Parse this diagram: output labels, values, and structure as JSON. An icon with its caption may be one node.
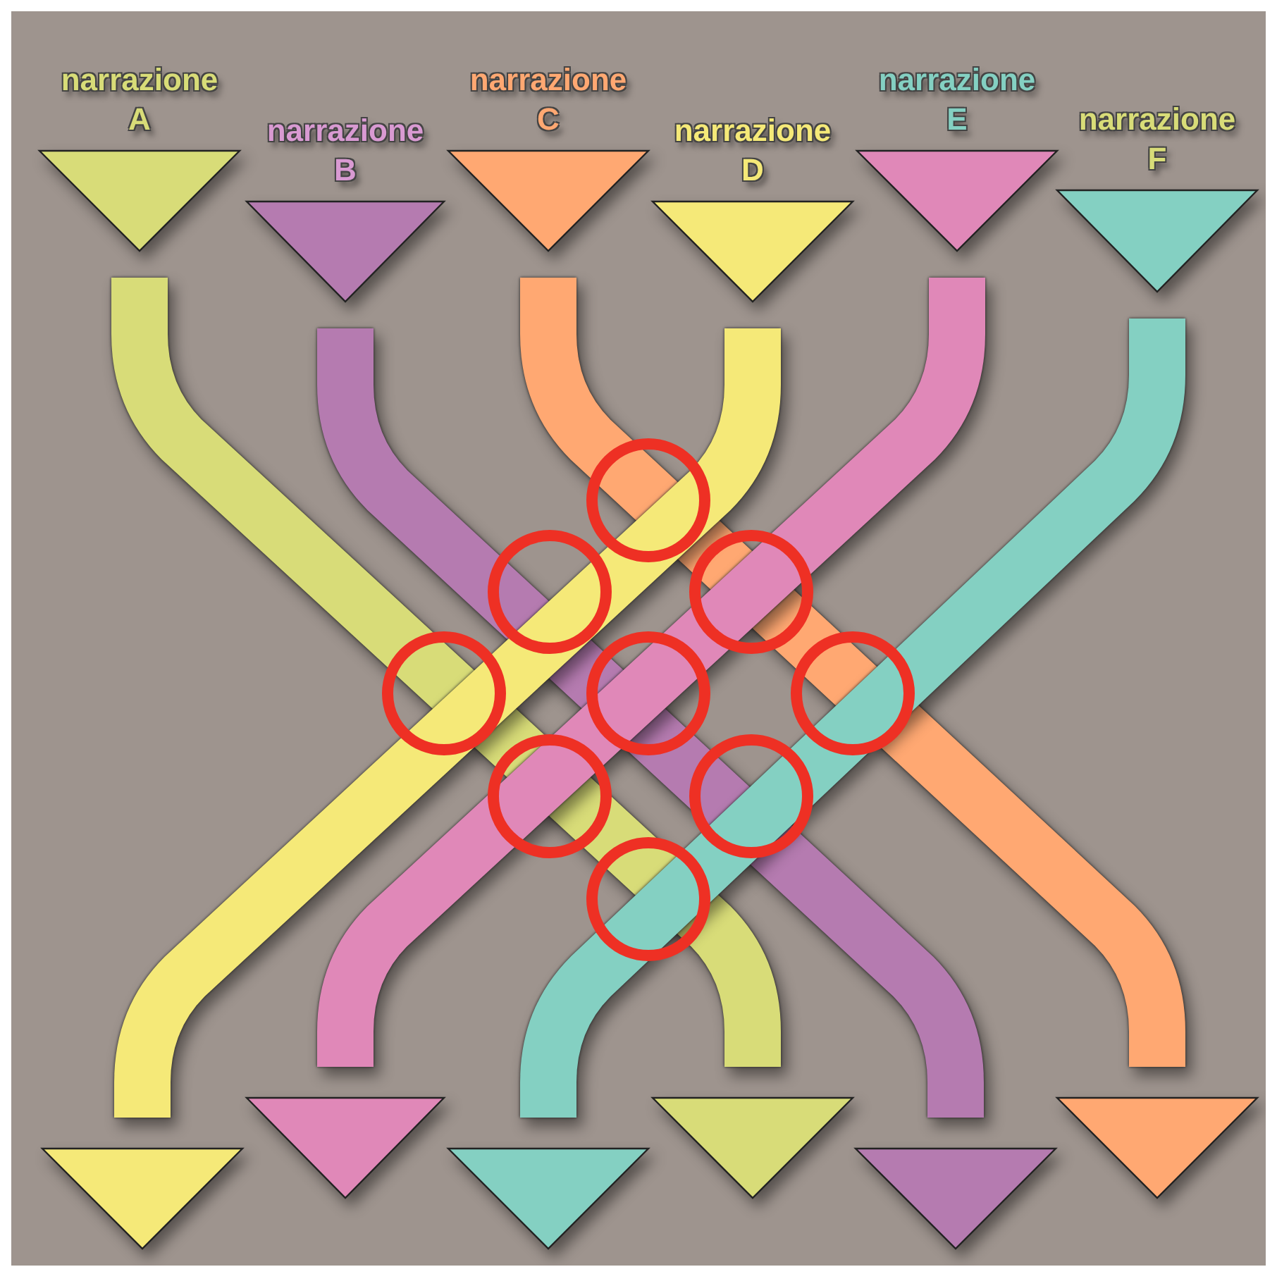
{
  "diagram": {
    "nodes": [
      {
        "text": [
          "narrazione A"
        ]
      },
      {
        "text": [
          "narrazione B"
        ]
      },
      {
        "text": [
          "narrazione C"
        ]
      },
      {
        "text": [
          "narrazione D"
        ]
      },
      {
        "text": [
          "narrazione E"
        ]
      },
      {
        "text": [
          "narrazione F"
        ]
      },
      {
        "text": [],
        "shape": "triangle"
      },
      {
        "text": [],
        "shape": "triangle"
      },
      {
        "text": [],
        "shape": "triangle"
      },
      {
        "text": [],
        "shape": "triangle"
      },
      {
        "text": [],
        "shape": "triangle"
      },
      {
        "text": [],
        "shape": "triangle"
      }
    ],
    "edges": [
      {
        "from": 0,
        "to": 9,
        "arrow": "none",
        "color": "#d8dc78"
      },
      {
        "from": 1,
        "to": 10,
        "arrow": "none",
        "color": "#b57bb0"
      },
      {
        "from": 2,
        "to": 11,
        "arrow": "none",
        "color": "#ffa872"
      },
      {
        "from": 3,
        "to": 6,
        "arrow": "none",
        "color": "#f5e978"
      },
      {
        "from": 4,
        "to": 7,
        "arrow": "none",
        "color": "#e088b8"
      },
      {
        "from": 5,
        "to": 8,
        "arrow": "none",
        "color": "#84d0c2"
      }
    ]
  }
}
